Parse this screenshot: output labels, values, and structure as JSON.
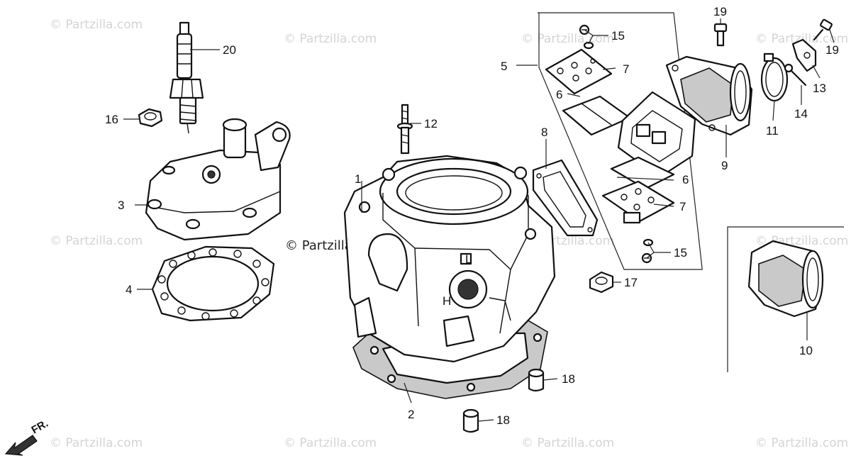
{
  "watermark": "© Partzilla.com",
  "watermark_center": "© Partzilla.com",
  "front_label": "FR.",
  "callouts": {
    "c1": "1",
    "c2": "2",
    "c3": "3",
    "c4": "4",
    "c5": "5",
    "c6a": "6",
    "c6b": "6",
    "c7a": "7",
    "c7b": "7",
    "c8": "8",
    "c9": "9",
    "c10": "10",
    "c11": "11",
    "c12": "12",
    "c13": "13",
    "c14": "14",
    "c15a": "15",
    "c15b": "15",
    "c16": "16",
    "c17": "17",
    "c18a": "18",
    "c18b": "18",
    "c19a": "19",
    "c19b": "19",
    "c20": "20"
  }
}
